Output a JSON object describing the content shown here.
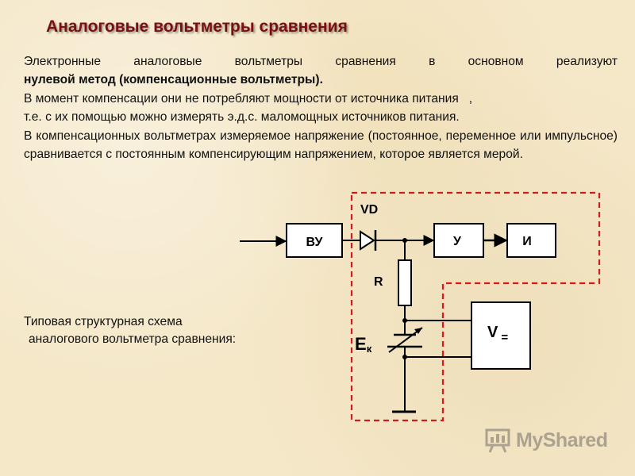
{
  "title": "Аналоговые вольтметры сравнения",
  "paragraphs": {
    "p1_normal": "Электронные аналоговые вольтметры сравнения в основном реализуют",
    "p1_bold": "нулевой метод (компенсационные вольтметры).",
    "p2_line1": "В момент компенсации они не потребляют мощности от источника питания   ,",
    "p2_line2": "т.е. с их помощью можно измерять э.д.с. маломощных источников питания.",
    "p3": "В компенсационных вольтметрах измеряемое напряжение (постоянное, переменное или импульсное) сравнивается с постоянным компенсирующим напряжением, которое является мерой."
  },
  "caption": {
    "line1": "Типовая структурная схема",
    "line2": "аналогового вольтметра сравнения:"
  },
  "diagram": {
    "block_vu": "ВУ",
    "block_u": "У",
    "block_i": "И",
    "label_vd": "VD",
    "label_r": "R",
    "label_e": "Е",
    "label_e_sub": "к",
    "voltmeter": "V",
    "voltmeter_sub": "=",
    "dashed_color": "#d21c1c"
  },
  "watermark": {
    "text": "MyShared",
    "icon": "presentation-board-icon"
  }
}
